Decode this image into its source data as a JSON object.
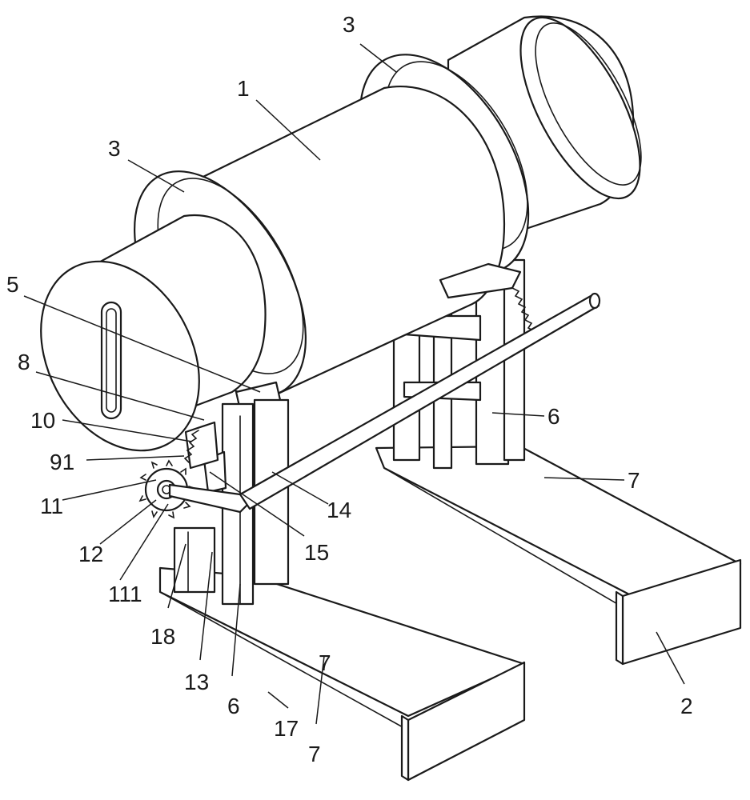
{
  "figure": {
    "labels": {
      "l1": "1",
      "l3a": "3",
      "l3b": "3",
      "l5": "5",
      "l8": "8",
      "l10": "10",
      "l91": "91",
      "l11": "11",
      "l12": "12",
      "l111": "111",
      "l18": "18",
      "l13": "13",
      "l6a": "6",
      "l6b": "6",
      "l17": "17",
      "l7a": "7",
      "l7b": "7",
      "l7c": "7",
      "l14": "14",
      "l15": "15",
      "l2": "2"
    }
  }
}
